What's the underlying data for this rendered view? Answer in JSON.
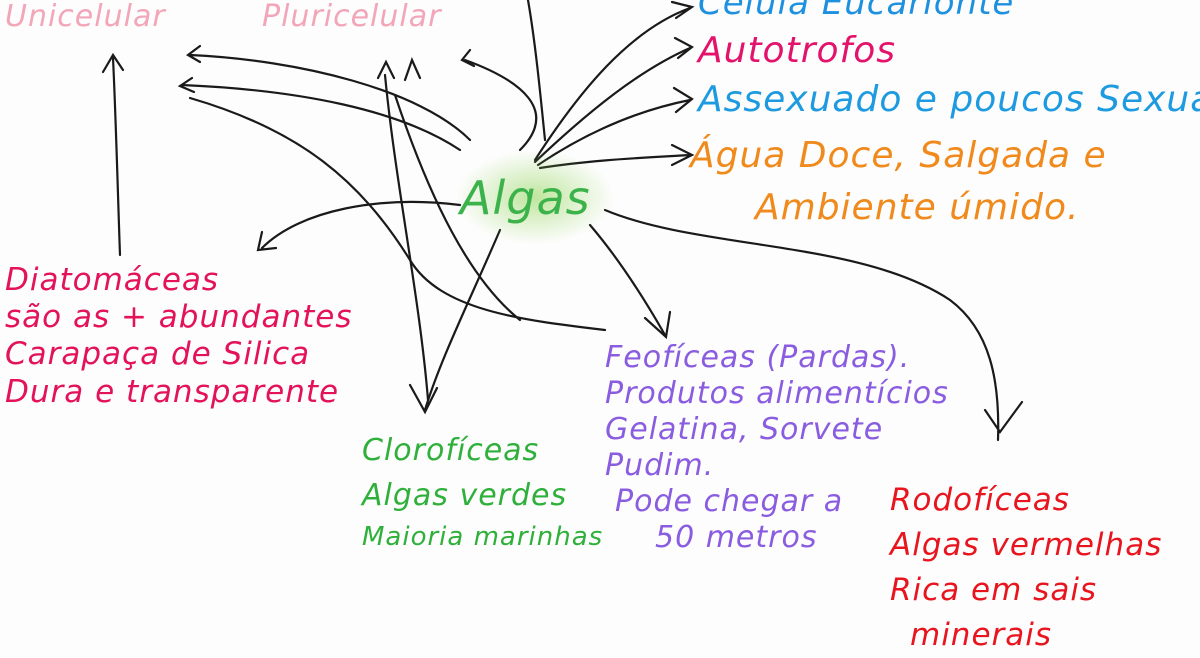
{
  "center": {
    "label": "Algas",
    "color": "#3bb34a"
  },
  "top_nodes": [
    {
      "label": "Unicelular",
      "color": "#f2a6b8"
    },
    {
      "label": "Pluricelular",
      "color": "#f2a6b8"
    }
  ],
  "right_nodes": [
    {
      "label": "Célula Eucarionte",
      "color": "#1e90e0"
    },
    {
      "label": "Autotrofos",
      "color": "#e3126b"
    },
    {
      "label": "Assexuado e poucos Sexuado",
      "color": "#1e9be0"
    },
    {
      "lines": [
        "Água Doce, Salgada e",
        "Ambiente úmido."
      ],
      "color": "#f08a1c"
    }
  ],
  "groups": [
    {
      "name": "diatomaceas",
      "color": "#e3125a",
      "lines": [
        "Diatomáceas",
        "são as + abundantes",
        "Carapaça de Silica",
        "Dura e transparente"
      ]
    },
    {
      "name": "clorofíceas",
      "color": "#2fb03a",
      "lines": [
        "Clorofíceas",
        "Algas verdes",
        "Maioria marinhas"
      ]
    },
    {
      "name": "feofíceas",
      "color": "#8a5ce0",
      "lines": [
        "Feofíceas (Pardas).",
        "Produtos alimentícios",
        "Gelatina, Sorvete",
        "Pudim.",
        "Pode chegar a",
        "50 metros"
      ]
    },
    {
      "name": "rodofíceas",
      "color": "#e8141e",
      "lines": [
        "Rodofíceas",
        "Algas vermelhas",
        "Rica em sais",
        "minerais"
      ]
    }
  ]
}
